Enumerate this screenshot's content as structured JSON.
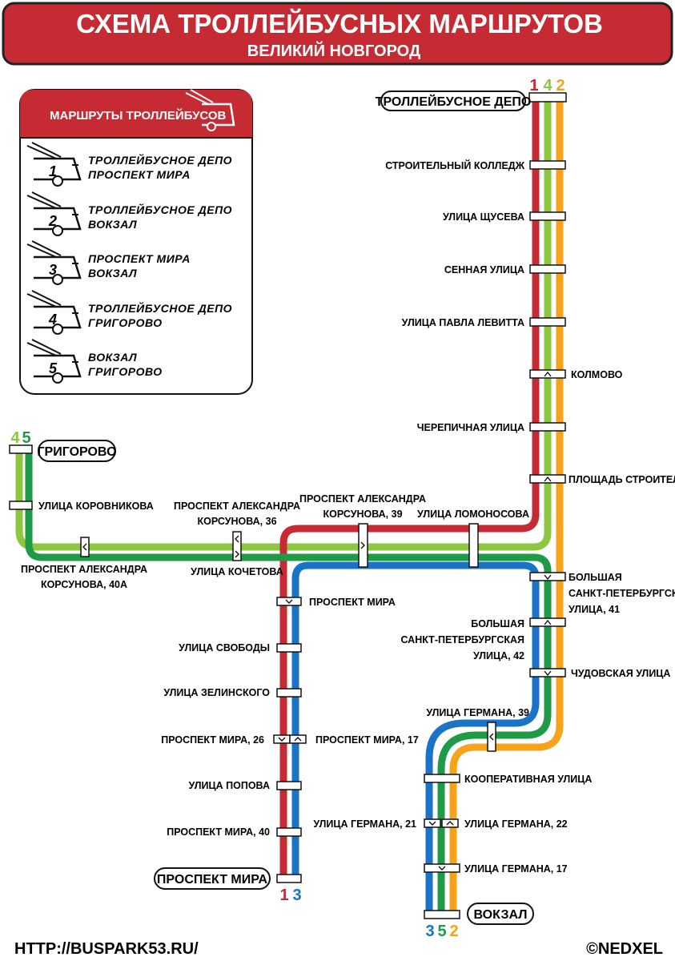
{
  "header": {
    "title": "СХЕМА ТРОЛЛЕЙБУСНЫХ МАРШРУТОВ",
    "subtitle": "ВЕЛИКИЙ НОВГОРОД"
  },
  "colors": {
    "red": "#c62b34",
    "light_green": "#8dc63f",
    "dark_green": "#1f9a46",
    "orange": "#f7a21b",
    "blue": "#1a73c6",
    "header_red": "#c62b34"
  },
  "legend": {
    "title": "МАРШРУТЫ ТРОЛЛЕЙБУСОВ",
    "routes": [
      {
        "number": "1",
        "line1": "ТРОЛЛЕЙБУСНОЕ ДЕПО",
        "line2": "ПРОСПЕКТ МИРА"
      },
      {
        "number": "2",
        "line1": "ТРОЛЛЕЙБУСНОЕ ДЕПО",
        "line2": "ВОКЗАЛ"
      },
      {
        "number": "3",
        "line1": "ПРОСПЕКТ МИРА",
        "line2": "ВОКЗАЛ"
      },
      {
        "number": "4",
        "line1": "ТРОЛЛЕЙБУСНОЕ ДЕПО",
        "line2": "ГРИГОРОВО"
      },
      {
        "number": "5",
        "line1": "ВОКЗАЛ",
        "line2": "ГРИГОРОВО"
      }
    ]
  },
  "terminals": {
    "depot": {
      "name": "ТРОЛЛЕЙБУСНОЕ ДЕПО",
      "routes": [
        "1",
        "4",
        "2"
      ]
    },
    "grigorovo": {
      "name": "ГРИГОРОВО",
      "routes": [
        "4",
        "5"
      ]
    },
    "prospekt_mira": {
      "name": "ПРОСПЕКТ МИРА",
      "routes": [
        "1",
        "3"
      ]
    },
    "vokzal": {
      "name": "ВОКЗАЛ",
      "routes": [
        "3",
        "5",
        "2"
      ]
    }
  },
  "stops": {
    "stroitelny_kolledzh": "СТРОИТЕЛЬНЫЙ КОЛЛЕДЖ",
    "shchuseva": "УЛИЦА ЩУСЕВА",
    "sennaya": "СЕННАЯ УЛИЦА",
    "levitta": "УЛИЦА ПАВЛА ЛЕВИТТА",
    "kolmovo": "КОЛМОВО",
    "cherepichnaya": "ЧЕРЕПИЧНАЯ УЛИЦА",
    "pl_stroiteley": "ПЛОЩАДЬ СТРОИТЕЛЕЙ",
    "korovnikova": "УЛИЦА КОРОВНИКОВА",
    "korsunova_40a_1": "ПРОСПЕКТ АЛЕКСАНДРА",
    "korsunova_40a_2": "КОРСУНОВА, 40А",
    "korsunova_36_1": "ПРОСПЕКТ АЛЕКСАНДРА",
    "korsunova_36_2": "КОРСУНОВА, 36",
    "kochetova": "УЛИЦА КОЧЕТОВА",
    "korsunova_39_1": "ПРОСПЕКТ АЛЕКСАНДРА",
    "korsunova_39_2": "КОРСУНОВА, 39",
    "lomonosova": "УЛИЦА ЛОМОНОСОВА",
    "b_spb_41_1": "БОЛЬШАЯ",
    "b_spb_41_2": "САНКТ-ПЕТЕРБУРГСКАЯ",
    "b_spb_41_3": "УЛИЦА, 41",
    "b_spb_42_1": "БОЛЬШАЯ",
    "b_spb_42_2": "САНКТ-ПЕТЕРБУРГСКАЯ",
    "b_spb_42_3": "УЛИЦА, 42",
    "chudovskaya": "ЧУДОВСКАЯ УЛИЦА",
    "prospekt_mira": "ПРОСПЕКТ МИРА",
    "svobody": "УЛИЦА СВОБОДЫ",
    "zelinskogo": "УЛИЦА ЗЕЛИНСКОГО",
    "mira_26": "ПРОСПЕКТ МИРА, 26",
    "mira_17": "ПРОСПЕКТ МИРА, 17",
    "popova": "УЛИЦА ПОПОВА",
    "mira_40": "ПРОСПЕКТ МИРА, 40",
    "germana_39": "УЛИЦА ГЕРМАНА, 39",
    "kooperativnaya": "КООПЕРАТИВНАЯ УЛИЦА",
    "germana_21": "УЛИЦА ГЕРМАНА, 21",
    "germana_22": "УЛИЦА ГЕРМАНА, 22",
    "germana_17": "УЛИЦА ГЕРМАНА, 17"
  },
  "footer": {
    "url": "HTTP://BUSPARK53.RU/",
    "credit": "©NEDXEL"
  }
}
